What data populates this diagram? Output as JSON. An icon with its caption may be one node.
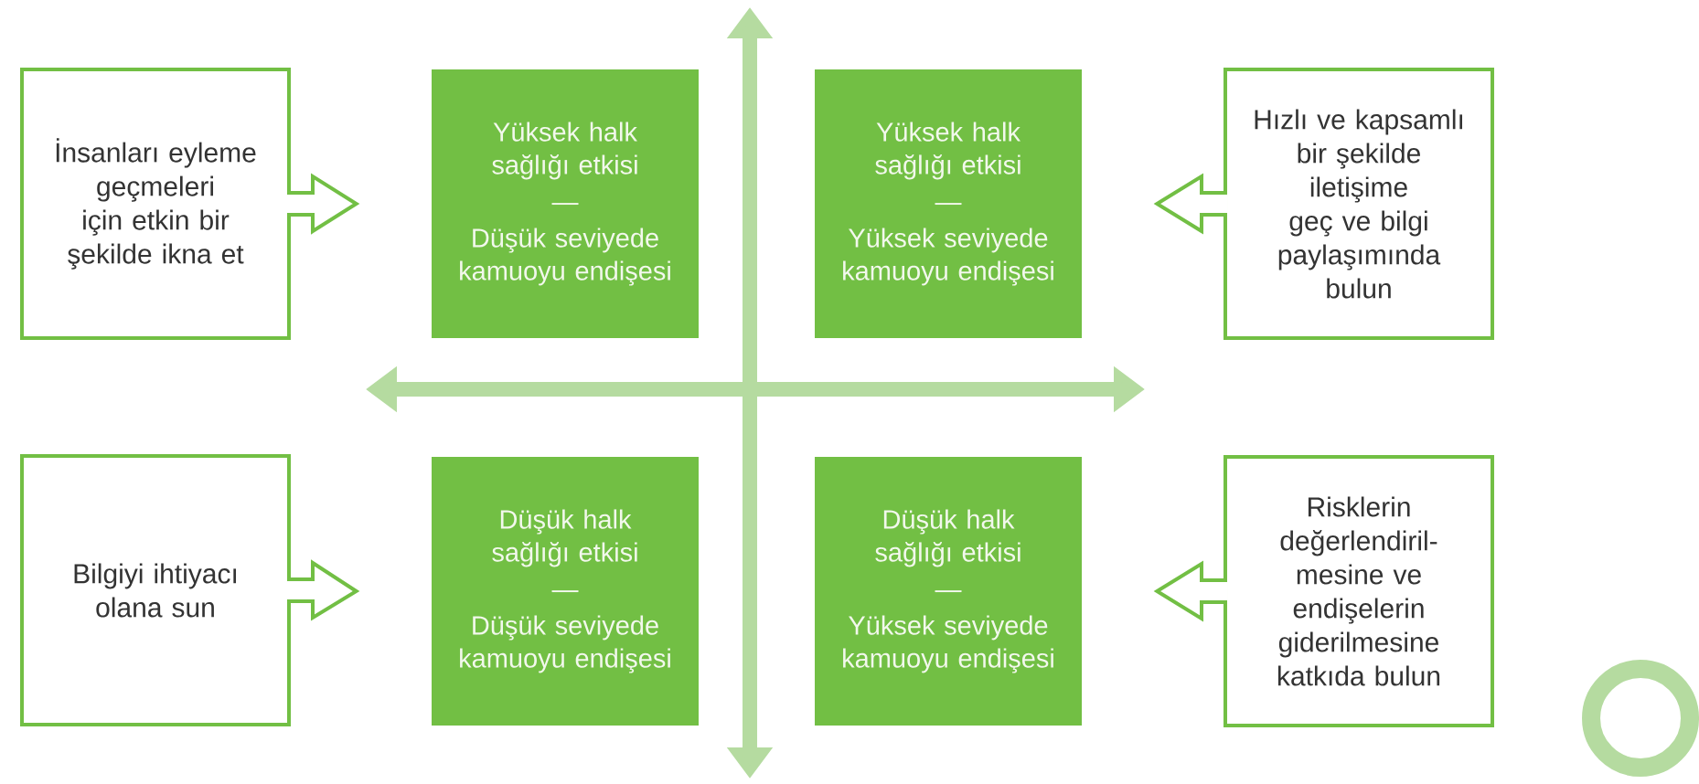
{
  "diagram": {
    "nodes": [
      {
        "text": [
          "İnsanları eyleme geçmeleri için etkin bir şekilde ikna et"
        ]
      },
      {
        "text": [
          "Yüksek halk sağlığı etkisi",
          "—",
          "Düşük seviyede kamuoyu endişesi"
        ]
      },
      {
        "text": [
          "Yüksek halk sağlığı etkisi",
          "—",
          "Yüksek seviyede kamuoyu endişesi"
        ]
      },
      {
        "text": [
          "Hızlı ve kapsamlı bir şekilde iletişime geç ve bilgi paylaşımında bulun"
        ]
      },
      {
        "text": [
          "Bilgiyi ihtiyacı olana sun"
        ]
      },
      {
        "text": [
          "Düşük halk sağlığı etkisi",
          "—",
          "Düşük seviyede kamuoyu endişesi"
        ]
      },
      {
        "text": [
          "Düşük halk sağlığı etkisi",
          "—",
          "Yüksek seviyede kamuoyu endişesi"
        ]
      },
      {
        "text": [
          "Risklerin değerlendiril- mesine ve endişelerin giderilmesine katkıda bulun"
        ]
      }
    ],
    "edges": [
      {
        "from": 0,
        "to": 1,
        "arrow": "to"
      },
      {
        "from": 3,
        "to": 2,
        "arrow": "to"
      },
      {
        "from": 4,
        "to": 5,
        "arrow": "to"
      },
      {
        "from": 7,
        "to": 6,
        "arrow": "to"
      }
    ]
  }
}
